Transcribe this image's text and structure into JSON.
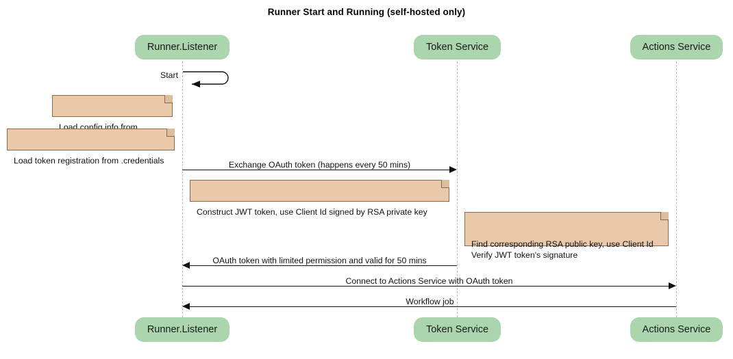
{
  "diagram": {
    "type": "sequence-diagram",
    "title": "Runner Start and Running (self-hosted only)",
    "colors": {
      "participant_fill": "#abd5ad",
      "note_fill": "#e9c9a9",
      "note_border": "#8a6a4a",
      "lifeline": "#b8b8b8",
      "arrow": "#111111",
      "background": "#ffffff"
    },
    "participants": [
      {
        "id": "runner",
        "label": "Runner.Listener"
      },
      {
        "id": "token",
        "label": "Token Service"
      },
      {
        "id": "actions",
        "label": "Actions Service"
      }
    ],
    "notes": [
      {
        "id": "note-load-config",
        "text": "Load config info from .runner"
      },
      {
        "id": "note-load-token",
        "text": "Load token registration from .credentials"
      },
      {
        "id": "note-construct-jwt",
        "text": "Construct JWT token, use Client Id signed by RSA private key"
      },
      {
        "id": "note-verify-jwt",
        "text": "Find corresponding RSA public key, use Client Id\nVerify JWT token's signature"
      }
    ],
    "messages": [
      {
        "id": "msg-start",
        "label": "Start",
        "from": "runner",
        "to": "runner",
        "kind": "self"
      },
      {
        "id": "msg-exchange-oauth",
        "label": "Exchange OAuth token (happens every 50 mins)",
        "from": "runner",
        "to": "token",
        "direction": "right"
      },
      {
        "id": "msg-oauth-token",
        "label": "OAuth token with limited permission and valid for 50 mins",
        "from": "token",
        "to": "runner",
        "direction": "left"
      },
      {
        "id": "msg-connect-actions",
        "label": "Connect to Actions Service with OAuth token",
        "from": "runner",
        "to": "actions",
        "direction": "right"
      },
      {
        "id": "msg-workflow-job",
        "label": "Workflow job",
        "from": "actions",
        "to": "runner",
        "direction": "left"
      }
    ]
  }
}
